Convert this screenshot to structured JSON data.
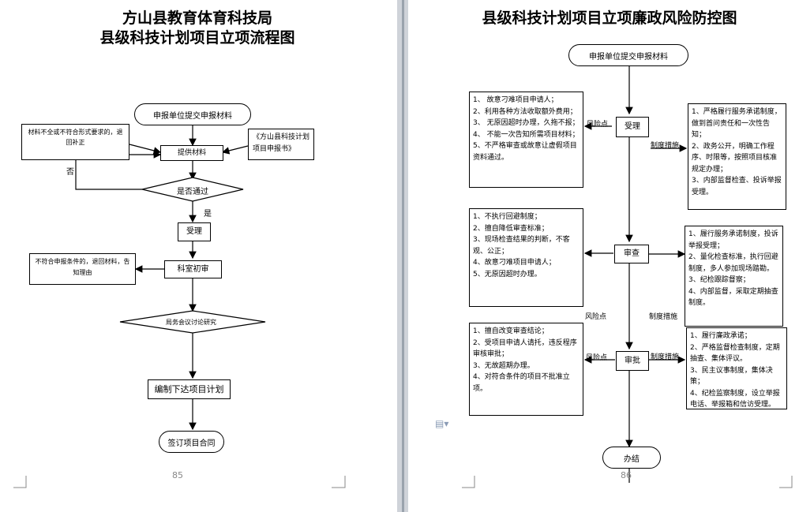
{
  "left": {
    "title_line1": "方山县教育体育科技局",
    "title_line2": "县级科技计划项目立项流程图",
    "start": "申报单位提交申报材料",
    "return_note": "材料不全或不符合形式要求的，退回补正",
    "materials": "提供材料",
    "doc_ref": "《方山县科技计划项目申报书》",
    "decision": "是否通过",
    "no": "否",
    "yes": "是",
    "accept": "受理",
    "reject_note": "不符合申报条件的，退回材料，告知理由",
    "review": "科室初审",
    "meeting": "局务会议讨论研究",
    "compile": "编制下达项目计划",
    "sign": "签订项目合同",
    "page_number": "85"
  },
  "right": {
    "title": "县级科技计划项目立项廉政风险防控图",
    "start": "申报单位提交申报材料",
    "step_accept": "受理",
    "step_review": "审查",
    "step_approve": "审批",
    "end": "办结",
    "risk_label": "风险点",
    "control_label": "制度措施",
    "risk1": [
      "1、 故意刁难项目申请人；",
      "2、利用各种方法收取额外费用；",
      "3、 无原因超时办理，久拖不报；",
      "4、 不能一次告知所需项目材料；",
      "5、不严格审查或故意让虚假项目资料通过。"
    ],
    "control1": [
      "1、严格履行服务承诺制度，做到首问责任和一次性告知；",
      "2、政务公开，明确工作程序、时限等，按照项目核准规定办理；",
      "3、内部监督检查、投诉举报受理。"
    ],
    "risk2": [
      "1、不执行回避制度；",
      "2、擅自降低审查标准；",
      "3、现场检查结果的判断，不客观、公正；",
      "4、故意刁难项目申请人；",
      "5、无原因超时办理。"
    ],
    "control2": [
      "1、履行服务承诺制度，投诉举报受理；",
      "2、量化检查标准，执行回避制度，多人参加现场踏勘。",
      "3、纪检跟踪督察；",
      "4、内部监督，采取定期抽查制度。"
    ],
    "risk3": [
      "1、擅自改变审查结论；",
      "2、受项目申请人请托，违反程序审核审批；",
      "3、无故超期办理。",
      "4、对符合条件的项目不批准立项。"
    ],
    "control3": [
      "1、履行廉政承诺；",
      "2、严格监督检查制度，定期抽查、集体评议。",
      "3、民主议事制度，集体决策；",
      "4、纪检监察制度，设立举报电话、举报箱和信访受理。"
    ],
    "page_number": "86"
  },
  "colors": {
    "gutter": "#cfd3d9",
    "page_number": "#888888"
  }
}
